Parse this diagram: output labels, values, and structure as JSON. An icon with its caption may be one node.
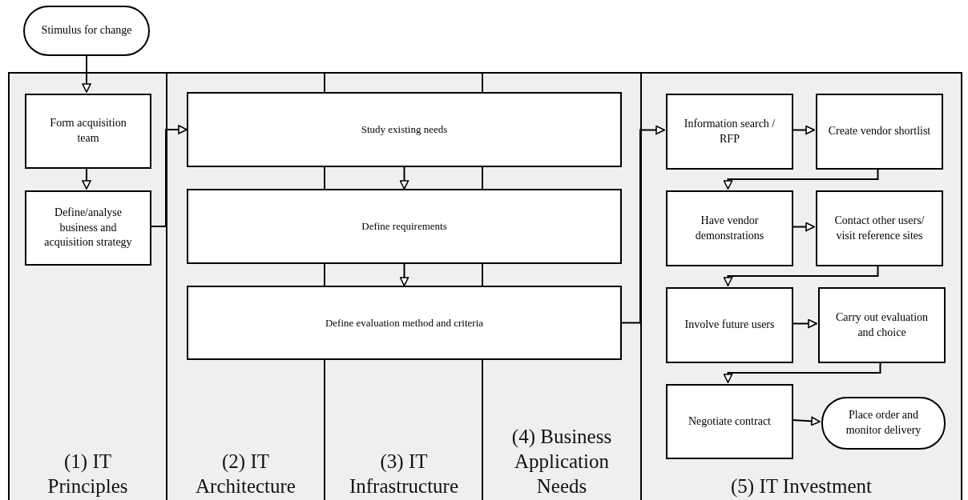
{
  "diagram": {
    "nodes": [
      {
        "text": [
          "Stimulus for change"
        ]
      },
      {
        "text": [
          "(1) IT Principles"
        ]
      },
      {
        "text": [
          "Form acquisition team"
        ],
        "in": 1
      },
      {
        "text": [
          "Define/analyse business and acquisition strategy"
        ],
        "in": 1
      },
      {
        "text": [
          "(2) IT Architecture"
        ]
      },
      {
        "text": [
          "(3) IT Infrastructure"
        ]
      },
      {
        "text": [
          "(4) Business Application Needs"
        ]
      },
      {
        "text": [
          "Study existing needs"
        ]
      },
      {
        "text": [
          "Define requirements"
        ]
      },
      {
        "text": [
          "Define evaluation method and criteria"
        ]
      },
      {
        "text": [
          "(5) IT Investment"
        ]
      },
      {
        "text": [
          "Information search / RFP"
        ],
        "in": 10
      },
      {
        "text": [
          "Create vendor shortlist"
        ],
        "in": 10
      },
      {
        "text": [
          "Have vendor demonstrations"
        ],
        "in": 10
      },
      {
        "text": [
          "Contact other users/ visit reference sites"
        ],
        "in": 10
      },
      {
        "text": [
          "Involve future users"
        ],
        "in": 10
      },
      {
        "text": [
          "Carry out evaluation and choice"
        ],
        "in": 10
      },
      {
        "text": [
          "Negotiate contract"
        ],
        "in": 10
      },
      {
        "text": [
          "Place order and monitor delivery"
        ],
        "in": 10
      }
    ],
    "edges": [
      {
        "from": 0,
        "to": 2,
        "arrow": "to"
      },
      {
        "from": 2,
        "to": 3,
        "arrow": "to"
      },
      {
        "from": 3,
        "to": 7,
        "arrow": "to"
      },
      {
        "from": 7,
        "to": 8,
        "arrow": "to"
      },
      {
        "from": 8,
        "to": 9,
        "arrow": "to"
      },
      {
        "from": 9,
        "to": 11,
        "arrow": "to"
      },
      {
        "from": 11,
        "to": 12,
        "arrow": "to"
      },
      {
        "from": 12,
        "to": 13,
        "arrow": "to"
      },
      {
        "from": 13,
        "to": 14,
        "arrow": "to"
      },
      {
        "from": 14,
        "to": 15,
        "arrow": "to"
      },
      {
        "from": 15,
        "to": 16,
        "arrow": "to"
      },
      {
        "from": 16,
        "to": 17,
        "arrow": "to"
      },
      {
        "from": 17,
        "to": 18,
        "arrow": "to"
      }
    ]
  }
}
